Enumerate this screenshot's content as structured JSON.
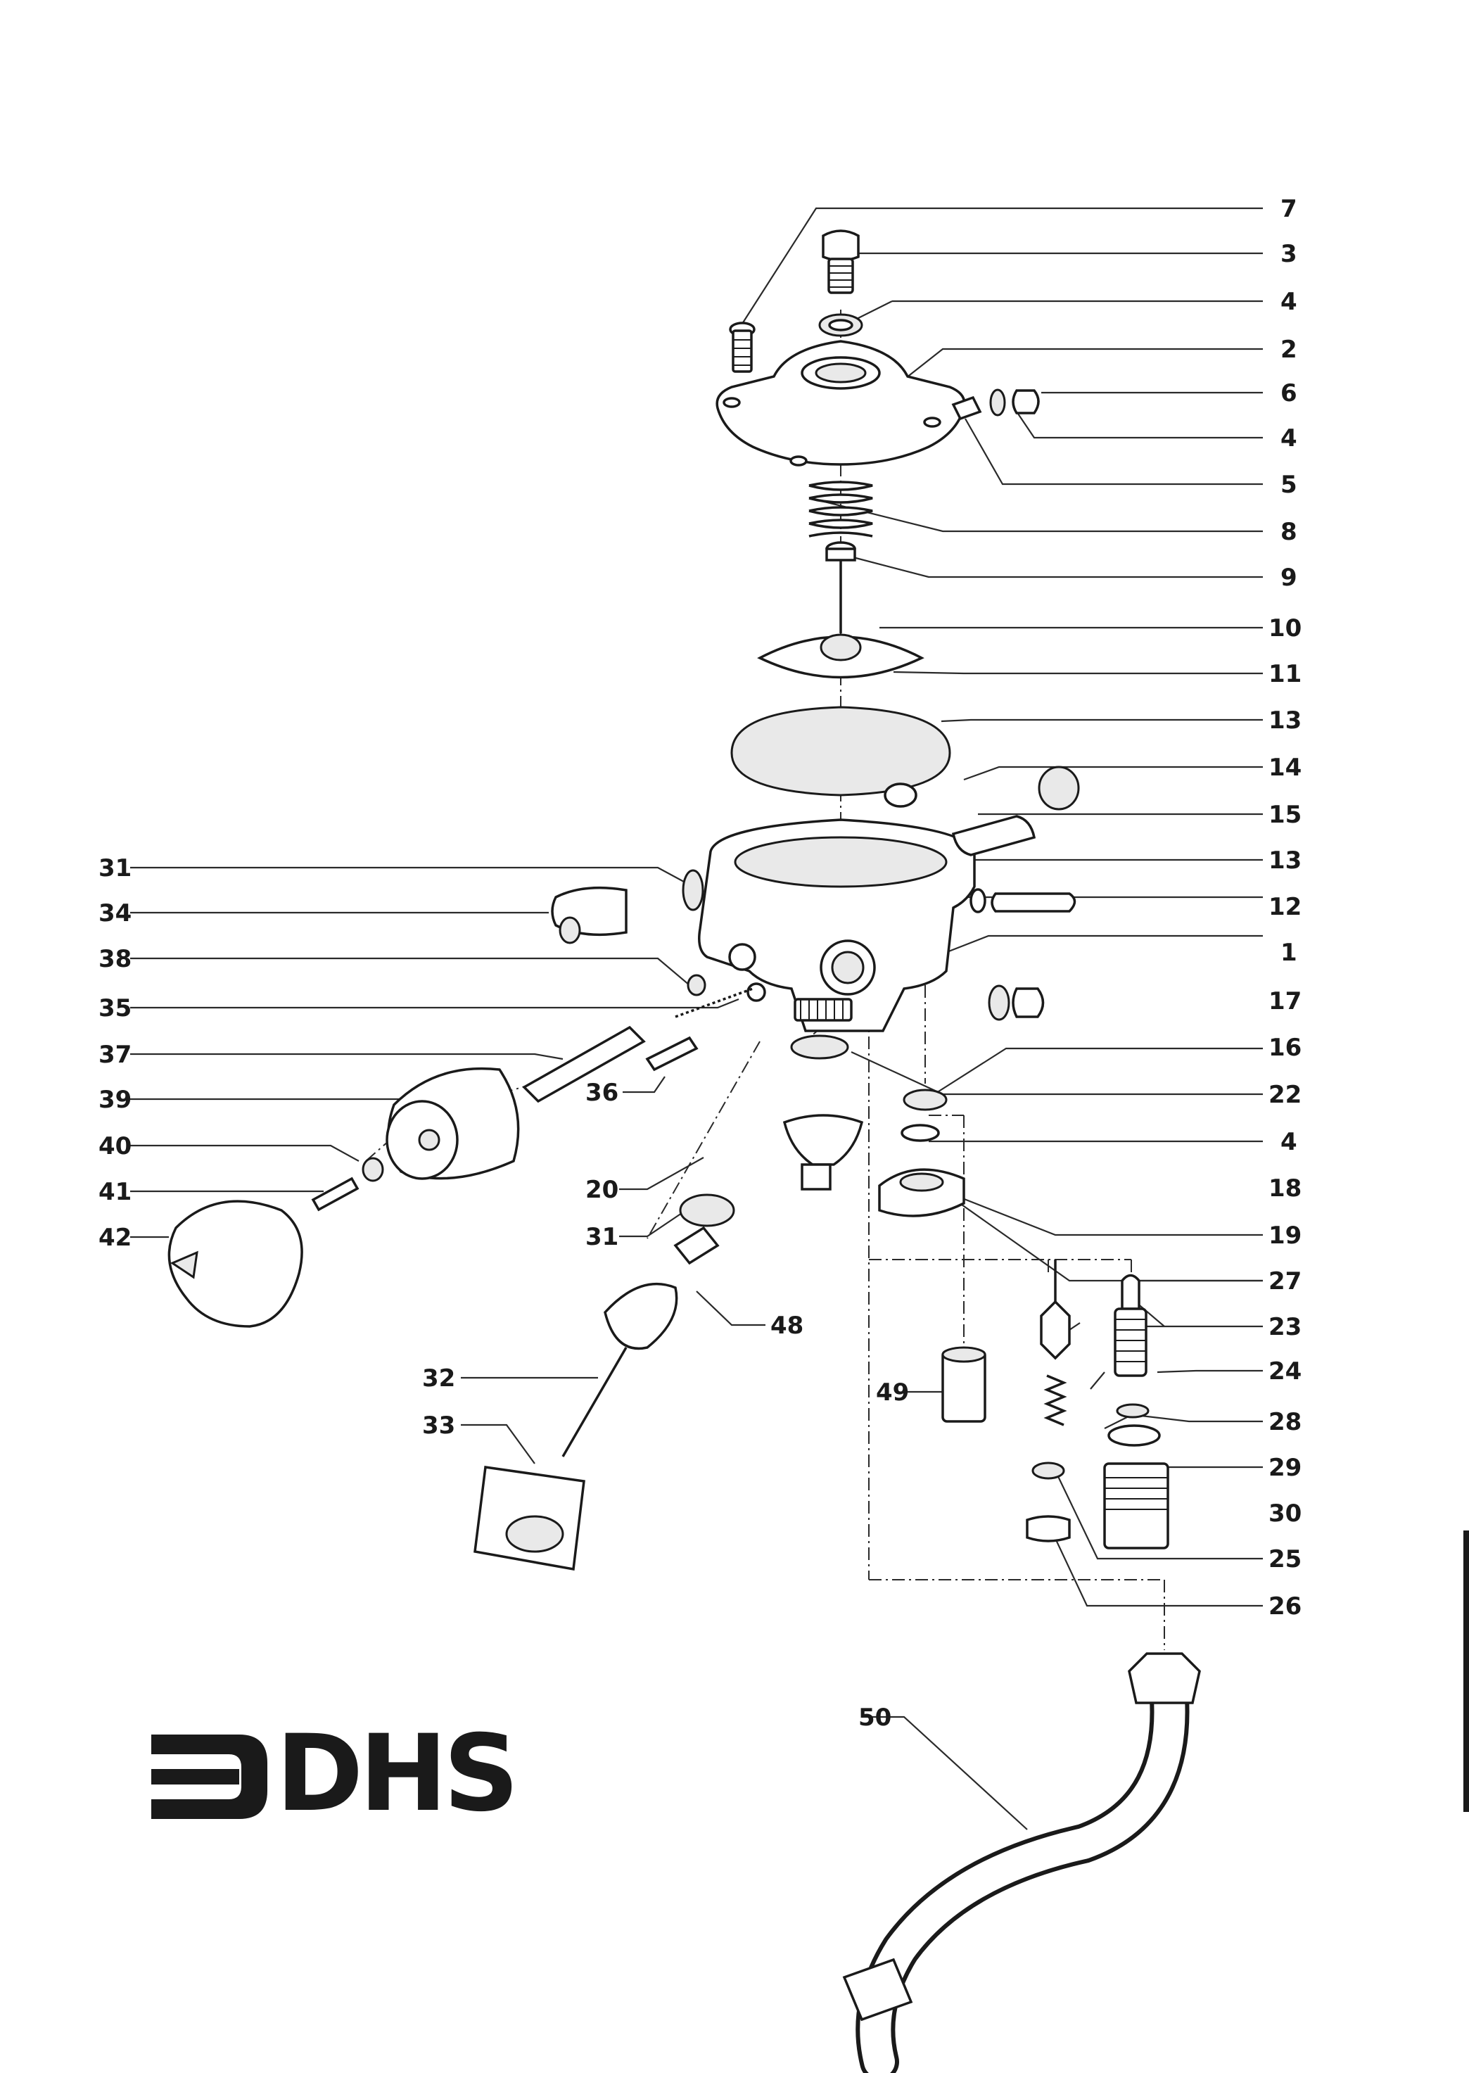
{
  "brand": {
    "logo_text": "DHS"
  },
  "callouts": {
    "c7": "7",
    "c3": "3",
    "c4a": "4",
    "c2": "2",
    "c6": "6",
    "c4b": "4",
    "c5": "5",
    "c8": "8",
    "c9": "9",
    "c10": "10",
    "c11": "11",
    "c13a": "13",
    "c14": "14",
    "c15": "15",
    "c13b": "13",
    "c12": "12",
    "c1": "1",
    "c17": "17",
    "c16": "16",
    "c22": "22",
    "c4c": "4",
    "c18": "18",
    "c19": "19",
    "c27": "27",
    "c23": "23",
    "c24": "24",
    "c28": "28",
    "c29": "29",
    "c30": "30",
    "c25": "25",
    "c26": "26",
    "c31a": "31",
    "c34": "34",
    "c38": "38",
    "c35": "35",
    "c37": "37",
    "c39": "39",
    "c40": "40",
    "c41": "41",
    "c42": "42",
    "c36": "36",
    "c20": "20",
    "c31b": "31",
    "c48": "48",
    "c32": "32",
    "c33": "33",
    "c49": "49",
    "c50": "50"
  },
  "colors": {
    "ink": "#1a1a1a",
    "paper": "#ffffff"
  }
}
